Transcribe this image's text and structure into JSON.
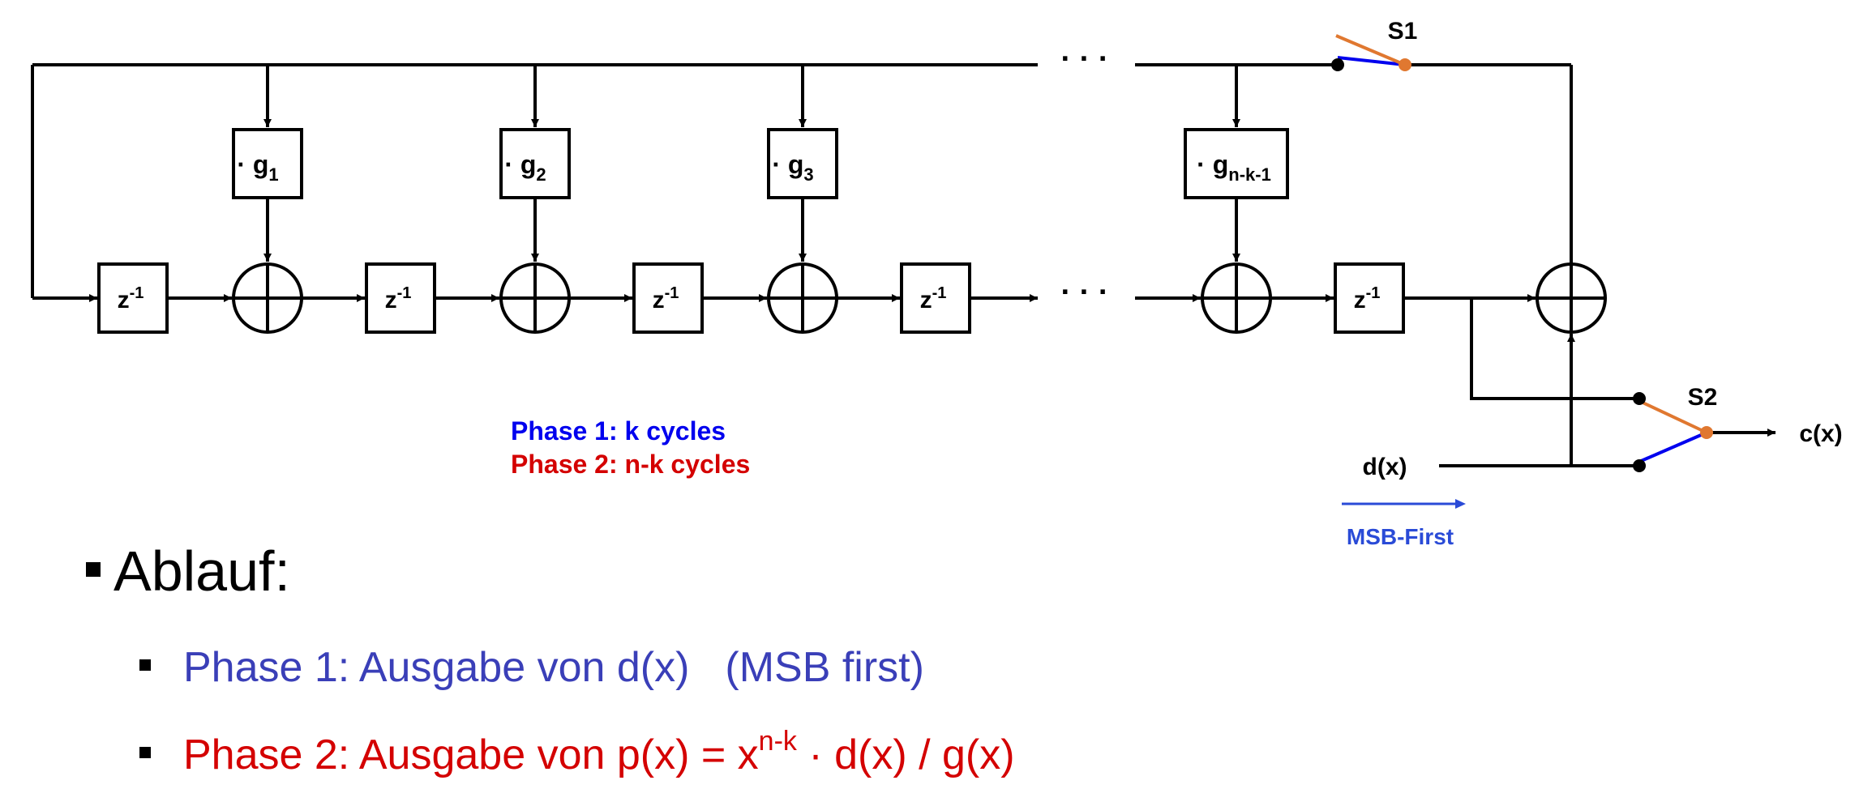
{
  "diagram": {
    "delay_label": {
      "base": "z",
      "sup": "-1"
    },
    "multipliers": [
      {
        "dot": "·",
        "base": "g",
        "sub": "1"
      },
      {
        "dot": "·",
        "base": "g",
        "sub": "2"
      },
      {
        "dot": "·",
        "base": "g",
        "sub": "3"
      },
      {
        "dot": "·",
        "base": "g",
        "sub": "n-k-1"
      }
    ],
    "ellipsis": "· · ·",
    "switch1_label": "S1",
    "switch2_label": "S2",
    "input_label": "d(x)",
    "output_label": "c(x)",
    "msb_label": "MSB-First",
    "phase1_legend": "Phase 1: k cycles",
    "phase2_legend": "Phase 2: n-k cycles",
    "colors": {
      "blue": "#0000ee",
      "red": "#d40000",
      "orange": "#e07830",
      "msb_blue": "#2a4bd7",
      "line": "#000000"
    }
  },
  "bullets": {
    "title": "Ablauf:",
    "phase1": {
      "text": "Phase 1: Ausgabe von d(x)",
      "note": "(MSB first)"
    },
    "phase2": {
      "prefix": "Phase 2: Ausgabe von p(x) = x",
      "sup": "n-k",
      "suffix": " · d(x) / g(x)"
    }
  }
}
